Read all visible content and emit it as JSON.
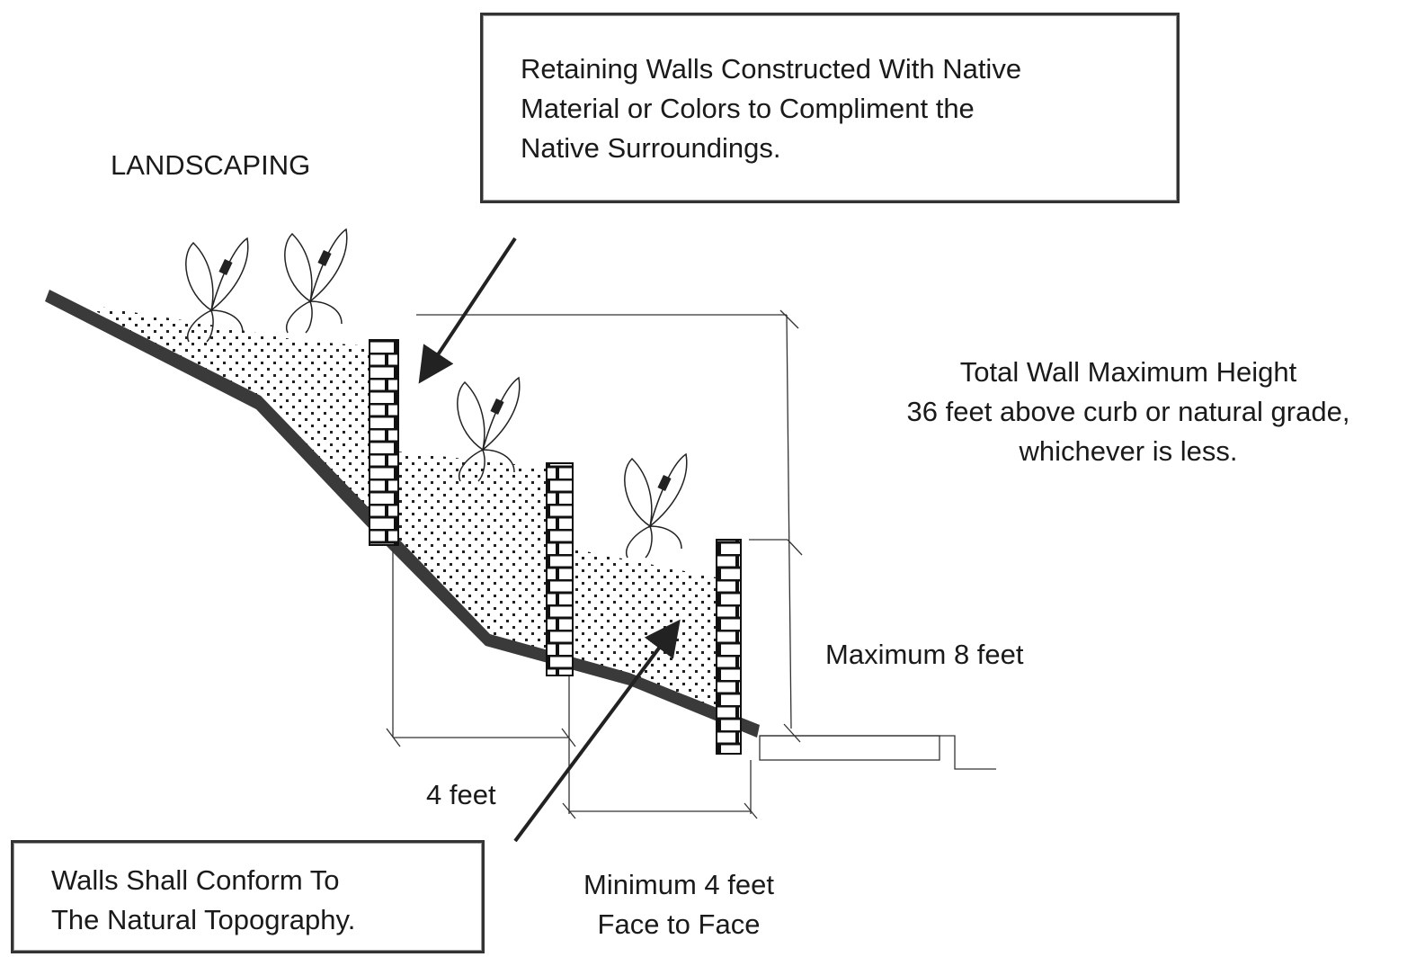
{
  "labels": {
    "landscaping": "LANDSCAPING",
    "retaining_walls_note": [
      "Retaining Walls Constructed With Native",
      "Material or Colors to Compliment the",
      "Native Surroundings."
    ],
    "total_height": [
      "Total Wall Maximum Height",
      "36 feet above curb or natural grade,",
      "whichever is less."
    ],
    "max_wall_height": "Maximum 8 feet",
    "setback": "4 feet",
    "face_to_face": [
      "Minimum 4 feet",
      "Face to Face"
    ],
    "topography_note": [
      "Walls Shall Conform To",
      "The Natural Topography."
    ]
  },
  "colors": {
    "ink": "#1a1a1a",
    "ground": "#333333",
    "background": "#ffffff"
  }
}
